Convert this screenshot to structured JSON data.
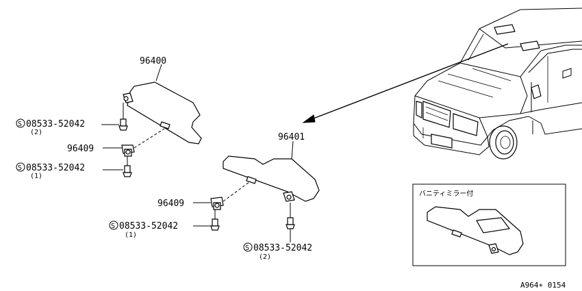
{
  "parts": {
    "visor_left": "96400",
    "visor_right": "96401",
    "clip_left": "96409",
    "clip_right": "96409"
  },
  "screws": {
    "top_left": {
      "symbol": "S",
      "number": "08533-52042",
      "qty": "(2)"
    },
    "bottom_left": {
      "symbol": "S",
      "number": "08533-52042",
      "qty": "(1)"
    },
    "bottom_mid": {
      "symbol": "S",
      "number": "08533-52042",
      "qty": "(1)"
    },
    "bottom_right": {
      "symbol": "S",
      "number": "08533-52042",
      "qty": "(2)"
    }
  },
  "inset": {
    "title": "バニティミラー付"
  },
  "diagram_code": "A964∗ 0154"
}
